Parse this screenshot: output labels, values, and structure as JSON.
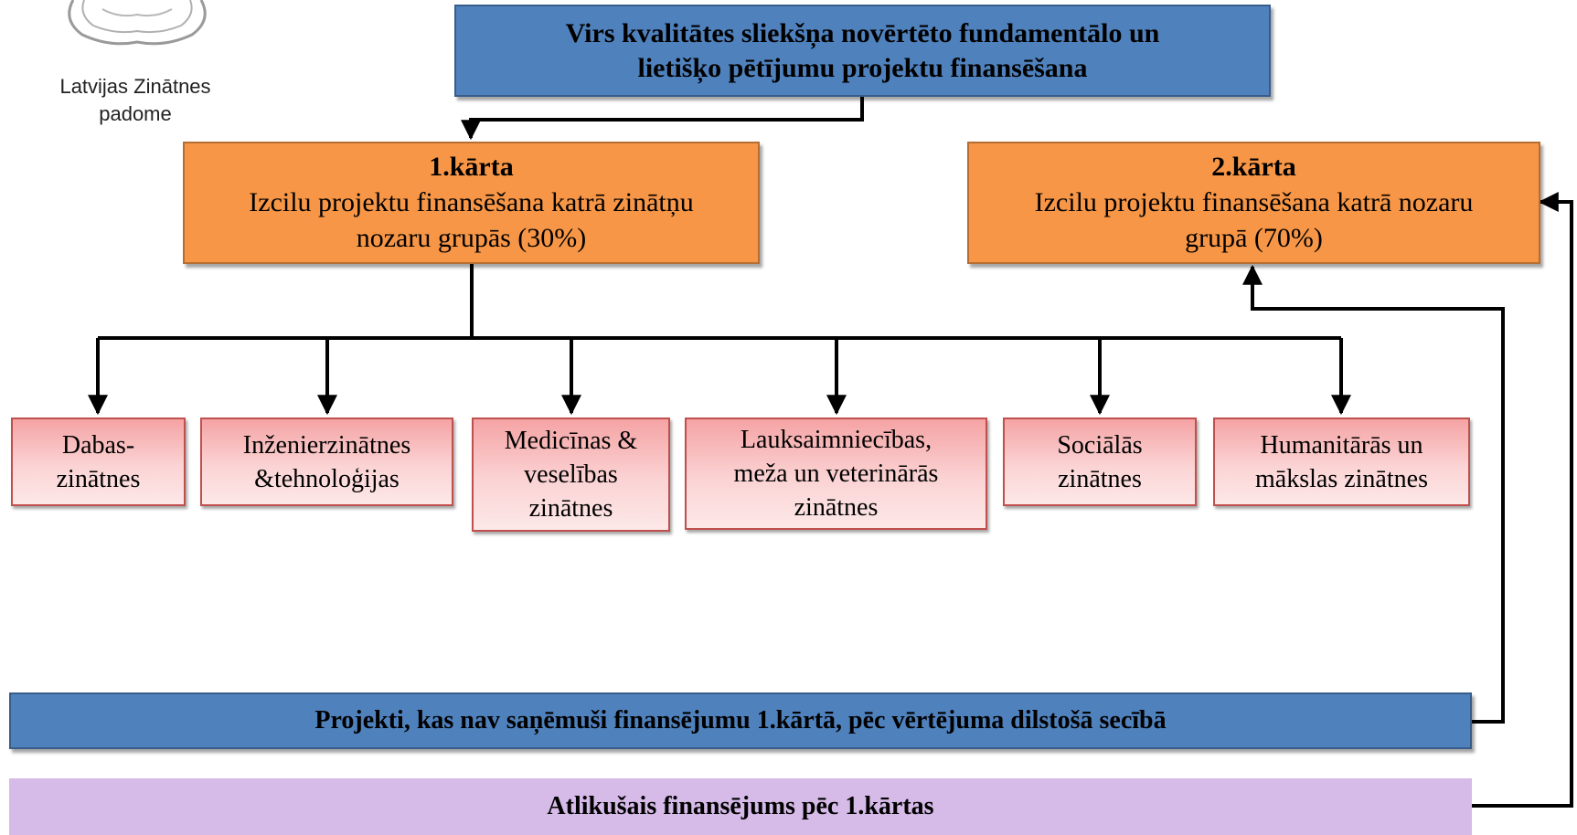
{
  "logo": {
    "org_line1": "Latvijas Zinātnes",
    "org_line2": "padome",
    "icon": "coat-of-arms-icon"
  },
  "top": {
    "line1": "Virs kvalitātes sliekšņa novērtēto fundamentālo un",
    "line2": "lietišķo pētījumu projektu finansēšana"
  },
  "round1": {
    "title": "1.kārta",
    "line1": "Izcilu projektu finansēšana katrā zinātņu",
    "line2": "nozaru grupās (30%)"
  },
  "round2": {
    "title": "2.kārta",
    "line1": "Izcilu projektu finansēšana katrā nozaru",
    "line2": "grupā (70%)"
  },
  "sciences": [
    {
      "lines": [
        "Dabas-",
        "zinātnes"
      ]
    },
    {
      "lines": [
        "Inženierzinātnes",
        "&tehnoloģijas"
      ]
    },
    {
      "lines": [
        "Medicīnas &",
        "veselības",
        "zinātnes"
      ]
    },
    {
      "lines": [
        "Lauksaimniecības,",
        "meža un veterinārās",
        "zinātnes"
      ]
    },
    {
      "lines": [
        "Sociālās",
        "zinātnes"
      ]
    },
    {
      "lines": [
        "Humanitārās un",
        "mākslas zinātnes"
      ]
    }
  ],
  "unfunded": {
    "label": "Projekti, kas nav saņēmuši finansējumu 1.kārtā, pēc vērtējuma dilstošā secībā"
  },
  "remaining": {
    "label": "Atlikušais finansējums pēc 1.kārtas"
  },
  "colors": {
    "blue": "#4f81bd",
    "orange": "#f79646",
    "pink": "#f5a3a4",
    "lilac": "#d6bae8",
    "connector": "#000000"
  }
}
